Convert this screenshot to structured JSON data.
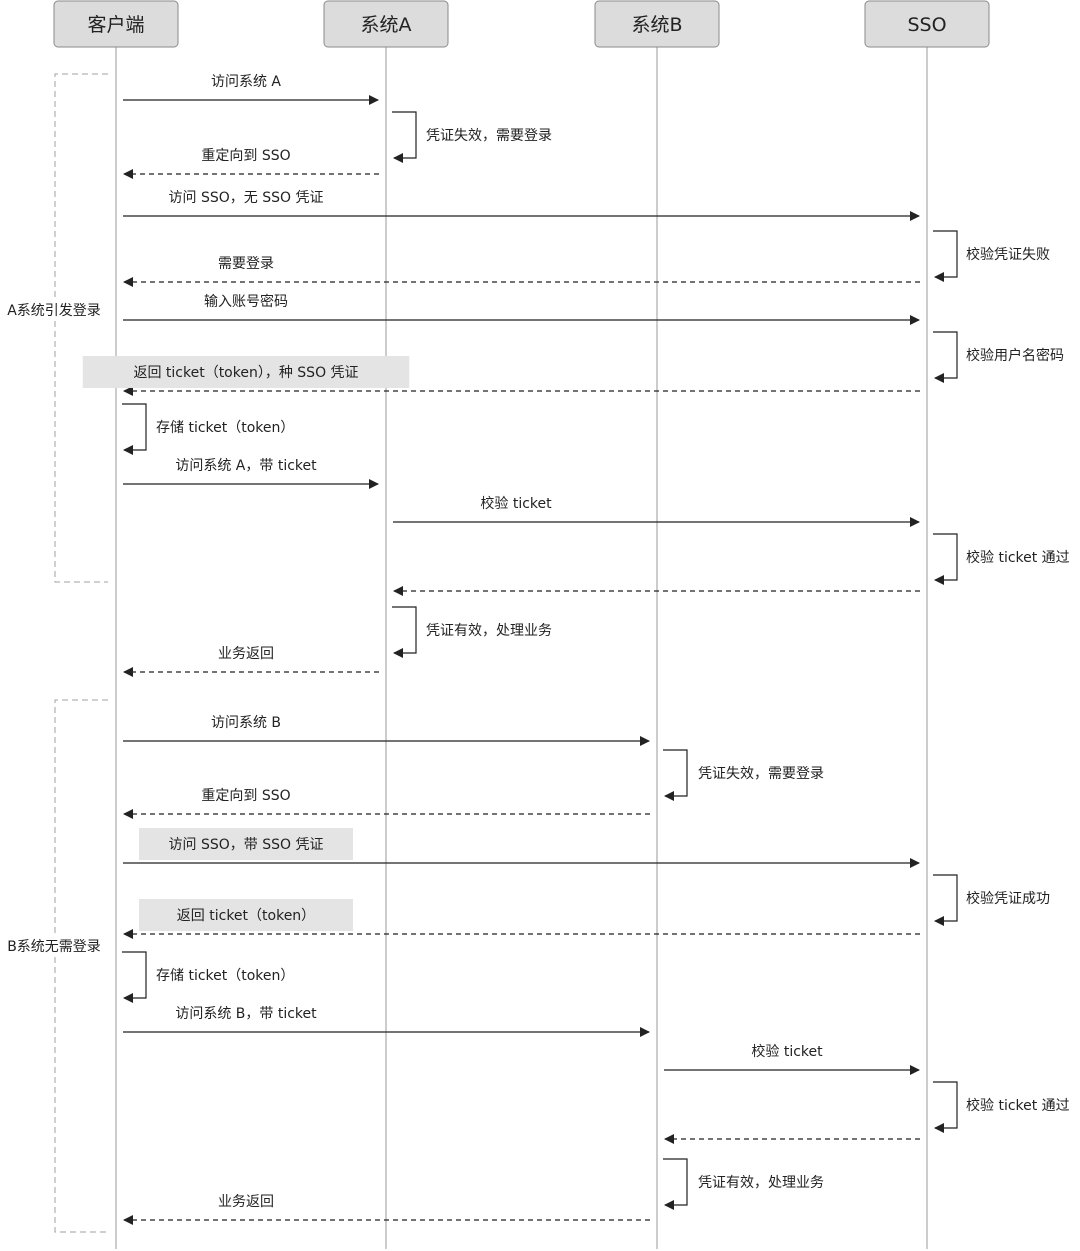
{
  "participants": [
    {
      "id": "client",
      "label": "客户端"
    },
    {
      "id": "sysA",
      "label": "系统A"
    },
    {
      "id": "sysB",
      "label": "系统B"
    },
    {
      "id": "sso",
      "label": "SSO"
    }
  ],
  "groups": [
    {
      "id": "group-a",
      "label": "A系统引发登录"
    },
    {
      "id": "group-b",
      "label": "B系统无需登录"
    }
  ],
  "messages": [
    {
      "id": "m1",
      "from": "client",
      "to": "sysA",
      "style": "solid",
      "label": "访问系统 A"
    },
    {
      "id": "m2",
      "self": "sysA",
      "label": "凭证失效，需要登录"
    },
    {
      "id": "m3",
      "from": "sysA",
      "to": "client",
      "style": "dashed",
      "label": "重定向到 SSO"
    },
    {
      "id": "m4",
      "from": "client",
      "to": "sso",
      "style": "solid",
      "label": "访问 SSO，无 SSO 凭证"
    },
    {
      "id": "m5",
      "self": "sso",
      "label": "校验凭证失败"
    },
    {
      "id": "m6",
      "from": "sso",
      "to": "client",
      "style": "dashed",
      "label": "需要登录"
    },
    {
      "id": "m7",
      "from": "client",
      "to": "sso",
      "style": "solid",
      "label": "输入账号密码"
    },
    {
      "id": "m8",
      "self": "sso",
      "label": "校验用户名密码"
    },
    {
      "id": "m9",
      "from": "sso",
      "to": "client",
      "style": "dashed",
      "label": "返回 ticket（token），种 SSO 凭证",
      "highlight": true
    },
    {
      "id": "m10",
      "self": "client",
      "label": "存储 ticket（token）"
    },
    {
      "id": "m11",
      "from": "client",
      "to": "sysA",
      "style": "solid",
      "label": "访问系统 A，带 ticket"
    },
    {
      "id": "m12",
      "from": "sysA",
      "to": "sso",
      "style": "solid",
      "label": "校验 ticket"
    },
    {
      "id": "m13",
      "self": "sso",
      "label": "校验 ticket 通过"
    },
    {
      "id": "m14",
      "from": "sso",
      "to": "sysA",
      "style": "dashed",
      "label": ""
    },
    {
      "id": "m15",
      "self": "sysA",
      "label": "凭证有效，处理业务"
    },
    {
      "id": "m16",
      "from": "sysA",
      "to": "client",
      "style": "dashed",
      "label": "业务返回"
    },
    {
      "id": "m17",
      "from": "client",
      "to": "sysB",
      "style": "solid",
      "label": "访问系统 B"
    },
    {
      "id": "m18",
      "self": "sysB",
      "label": "凭证失效，需要登录"
    },
    {
      "id": "m19",
      "from": "sysB",
      "to": "client",
      "style": "dashed",
      "label": "重定向到 SSO"
    },
    {
      "id": "m20",
      "from": "client",
      "to": "sso",
      "style": "solid",
      "label": "访问 SSO，带 SSO  凭证",
      "highlight": true
    },
    {
      "id": "m21",
      "self": "sso",
      "label": "校验凭证成功"
    },
    {
      "id": "m22",
      "from": "sso",
      "to": "client",
      "style": "dashed",
      "label": "返回 ticket（token）",
      "highlight": true
    },
    {
      "id": "m23",
      "self": "client",
      "label": "存储 ticket（token）"
    },
    {
      "id": "m24",
      "from": "client",
      "to": "sysB",
      "style": "solid",
      "label": "访问系统 B，带 ticket"
    },
    {
      "id": "m25",
      "from": "sysB",
      "to": "sso",
      "style": "solid",
      "label": "校验 ticket"
    },
    {
      "id": "m26",
      "self": "sso",
      "label": "校验 ticket 通过"
    },
    {
      "id": "m27",
      "from": "sso",
      "to": "sysB",
      "style": "dashed",
      "label": ""
    },
    {
      "id": "m28",
      "self": "sysB",
      "label": "凭证有效，处理业务"
    },
    {
      "id": "m29",
      "from": "sysB",
      "to": "client",
      "style": "dashed",
      "label": "业务返回"
    }
  ],
  "colors": {
    "box_fill": "#dcdcdc",
    "box_stroke": "#8a8a8a",
    "line": "#222222",
    "lifeline": "#9a9a9a",
    "highlight_fill": "#e4e4e4",
    "group_stroke": "#a0a0a0"
  }
}
